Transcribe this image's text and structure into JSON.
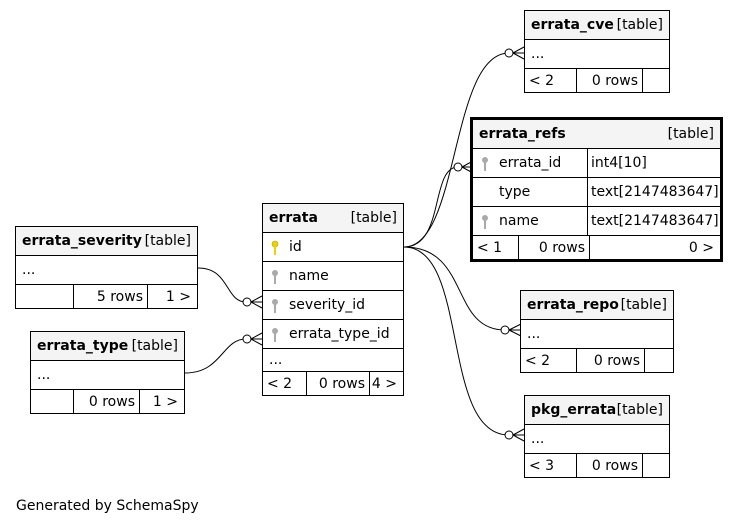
{
  "tables": {
    "errata_cve": {
      "name": "errata_cve",
      "type_label": "[table]",
      "rows": [
        "..."
      ],
      "footer": {
        "parents": "< 2",
        "rows": "0 rows",
        "children": ""
      }
    },
    "errata_refs": {
      "name": "errata_refs",
      "type_label": "[table]",
      "columns": [
        {
          "name": "errata_id",
          "type": "int4[10]",
          "icon": "key-gray"
        },
        {
          "name": "type",
          "type": "text[2147483647]",
          "icon": ""
        },
        {
          "name": "name",
          "type": "text[2147483647]",
          "icon": "key-gray"
        }
      ],
      "footer": {
        "parents": "< 1",
        "rows": "0 rows",
        "children": "0 >"
      }
    },
    "errata_severity": {
      "name": "errata_severity",
      "type_label": "[table]",
      "rows": [
        "..."
      ],
      "footer": {
        "parents": "",
        "rows": "5 rows",
        "children": "1 >"
      }
    },
    "errata_type": {
      "name": "errata_type",
      "type_label": "[table]",
      "rows": [
        "..."
      ],
      "footer": {
        "parents": "",
        "rows": "0 rows",
        "children": "1 >"
      }
    },
    "errata": {
      "name": "errata",
      "type_label": "[table]",
      "columns": [
        {
          "name": "id",
          "icon": "key-yellow"
        },
        {
          "name": "name",
          "icon": "key-gray"
        },
        {
          "name": "severity_id",
          "icon": "key-gray"
        },
        {
          "name": "errata_type_id",
          "icon": "key-gray"
        }
      ],
      "more": "...",
      "footer": {
        "parents": "< 2",
        "rows": "0 rows",
        "children": "4 >"
      }
    },
    "errata_repo": {
      "name": "errata_repo",
      "type_label": "[table]",
      "rows": [
        "..."
      ],
      "footer": {
        "parents": "< 2",
        "rows": "0 rows",
        "children": ""
      }
    },
    "pkg_errata": {
      "name": "pkg_errata",
      "type_label": "[table]",
      "rows": [
        "..."
      ],
      "footer": {
        "parents": "< 3",
        "rows": "0 rows",
        "children": ""
      }
    }
  },
  "relationships": [
    {
      "from": "errata.id",
      "to": "errata_cve"
    },
    {
      "from": "errata.id",
      "to": "errata_refs.errata_id"
    },
    {
      "from": "errata.id",
      "to": "errata_repo"
    },
    {
      "from": "errata.id",
      "to": "pkg_errata"
    },
    {
      "from": "errata_severity",
      "to": "errata.severity_id"
    },
    {
      "from": "errata_type",
      "to": "errata.errata_type_id"
    }
  ],
  "caption": "Generated by SchemaSpy",
  "colors": {
    "primary_key": "#e8d400",
    "foreign_key": "#aaaaaa",
    "header_bg": "#f4f4f4"
  }
}
